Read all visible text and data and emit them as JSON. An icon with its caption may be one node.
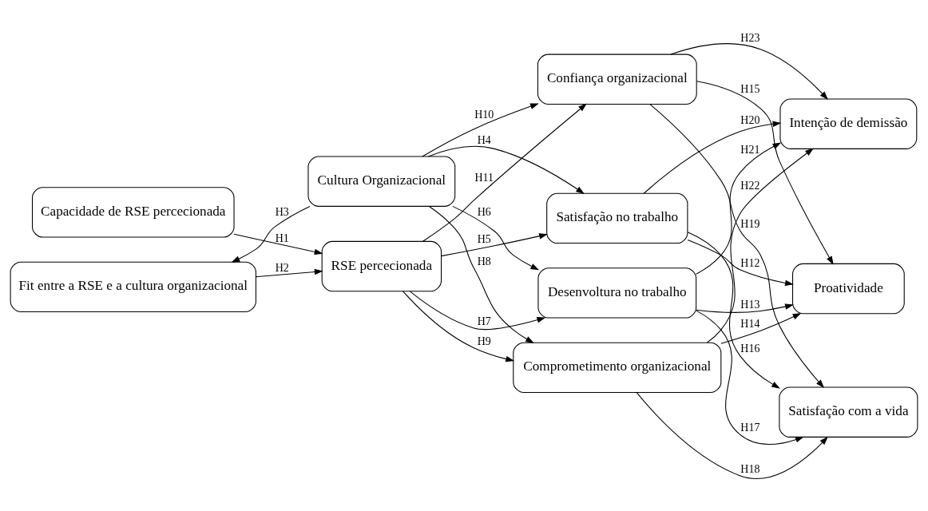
{
  "diagram": {
    "nodes": [
      {
        "text": [
          "Cultura Organizacional"
        ]
      },
      {
        "text": [
          "Fit entre a RSE e a cultura organizacional"
        ]
      },
      {
        "text": [
          "RSE percecionada"
        ]
      },
      {
        "text": [
          "Capacidade de RSE percecionada"
        ]
      },
      {
        "text": [
          "Satisfação no trabalho"
        ]
      },
      {
        "text": [
          "Desenvoltura no trabalho"
        ]
      },
      {
        "text": [
          "Comprometimento organizacional"
        ]
      },
      {
        "text": [
          "Confiança organizacional"
        ]
      },
      {
        "text": [
          "Proatividade"
        ]
      },
      {
        "text": [
          "Satisfação com a vida"
        ]
      },
      {
        "text": [
          "Intenção de demissão"
        ]
      }
    ],
    "edges": [
      {
        "from": 3,
        "to": 2,
        "arrow": "to",
        "label": "H1"
      },
      {
        "from": 1,
        "to": 2,
        "arrow": "to",
        "label": "H2"
      },
      {
        "from": 0,
        "to": 1,
        "arrow": "to",
        "label": "H3"
      },
      {
        "from": 0,
        "to": 4,
        "arrow": "to",
        "label": "H4"
      },
      {
        "from": 2,
        "to": 4,
        "arrow": "to",
        "label": "H5"
      },
      {
        "from": 0,
        "to": 5,
        "arrow": "to",
        "label": "H6"
      },
      {
        "from": 2,
        "to": 5,
        "arrow": "to",
        "label": "H7"
      },
      {
        "from": 0,
        "to": 6,
        "arrow": "to",
        "label": "H8"
      },
      {
        "from": 2,
        "to": 6,
        "arrow": "to",
        "label": "H9"
      },
      {
        "from": 0,
        "to": 7,
        "arrow": "to",
        "label": "H10"
      },
      {
        "from": 2,
        "to": 7,
        "arrow": "to",
        "label": "H11"
      },
      {
        "from": 4,
        "to": 8,
        "arrow": "to",
        "label": "H12"
      },
      {
        "from": 5,
        "to": 8,
        "arrow": "to",
        "label": "H13"
      },
      {
        "from": 6,
        "to": 8,
        "arrow": "to",
        "label": "H14"
      },
      {
        "from": 7,
        "to": 8,
        "arrow": "to",
        "label": "H15"
      },
      {
        "from": 4,
        "to": 9,
        "arrow": "to",
        "label": "H16"
      },
      {
        "from": 5,
        "to": 9,
        "arrow": "to",
        "label": "H17"
      },
      {
        "from": 6,
        "to": 9,
        "arrow": "to",
        "label": "H18"
      },
      {
        "from": 7,
        "to": 9,
        "arrow": "to",
        "label": "H19"
      },
      {
        "from": 4,
        "to": 10,
        "arrow": "to",
        "label": "H20"
      },
      {
        "from": 5,
        "to": 10,
        "arrow": "to",
        "label": "H21"
      },
      {
        "from": 6,
        "to": 10,
        "arrow": "to",
        "label": "H22"
      },
      {
        "from": 7,
        "to": 10,
        "arrow": "to",
        "label": "H23"
      }
    ]
  }
}
